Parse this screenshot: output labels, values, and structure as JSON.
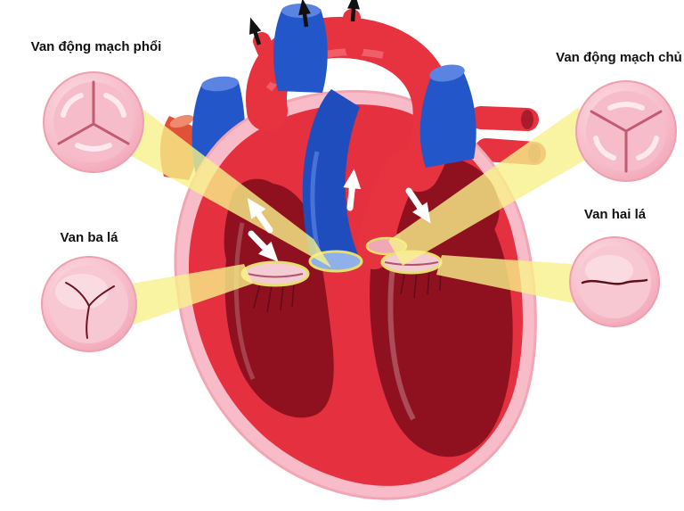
{
  "diagram": {
    "labels": {
      "pulmonary_valve": "Van động mạch phổi",
      "aortic_valve": "Van động mạch chủ",
      "tricuspid_valve": "Van ba lá",
      "mitral_valve": "Van hai lá"
    },
    "colors": {
      "artery_red": "#e6333f",
      "vein_blue": "#2356c8",
      "outer_wall_pink": "#f8bcc8",
      "chamber_dark_red": "#8f1120",
      "beam_yellow": "#f7f18a",
      "valve_inset_pink": "#f6bcc9",
      "valve_ring_yellow": "#e6df6e",
      "label_text": "#111111"
    }
  }
}
